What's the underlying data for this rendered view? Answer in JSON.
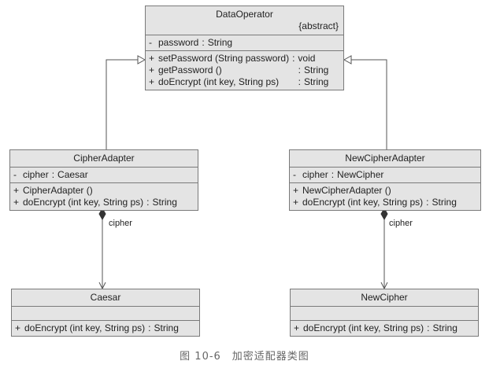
{
  "classes": {
    "data_operator": {
      "name": "DataOperator",
      "stereotype": "{abstract}",
      "attributes": [
        {
          "vis": "-",
          "name": "password",
          "type": "String"
        }
      ],
      "operations": [
        {
          "vis": "+",
          "name": "setPassword (String password)",
          "type": "void"
        },
        {
          "vis": "+",
          "name": "getPassword ()",
          "type": "String"
        },
        {
          "vis": "+",
          "name": "doEncrypt (int key, String ps)",
          "type": "String"
        }
      ]
    },
    "cipher_adapter": {
      "name": "CipherAdapter",
      "attributes": [
        {
          "vis": "-",
          "name": "cipher",
          "type": "Caesar"
        }
      ],
      "operations": [
        {
          "vis": "+",
          "name": "CipherAdapter ()",
          "type": ""
        },
        {
          "vis": "+",
          "name": "doEncrypt (int key, String ps)",
          "type": "String"
        }
      ]
    },
    "new_cipher_adapter": {
      "name": "NewCipherAdapter",
      "attributes": [
        {
          "vis": "-",
          "name": "cipher",
          "type": "NewCipher"
        }
      ],
      "operations": [
        {
          "vis": "+",
          "name": "NewCipherAdapter ()",
          "type": ""
        },
        {
          "vis": "+",
          "name": "doEncrypt (int key, String ps)",
          "type": "String"
        }
      ]
    },
    "caesar": {
      "name": "Caesar",
      "operations": [
        {
          "vis": "+",
          "name": "doEncrypt (int key, String ps)",
          "type": "String"
        }
      ]
    },
    "new_cipher": {
      "name": "NewCipher",
      "operations": [
        {
          "vis": "+",
          "name": "doEncrypt (int key, String ps)",
          "type": "String"
        }
      ]
    }
  },
  "associations": {
    "left_label": "cipher",
    "right_label": "cipher"
  },
  "caption": "图 10-6　加密适配器类图"
}
